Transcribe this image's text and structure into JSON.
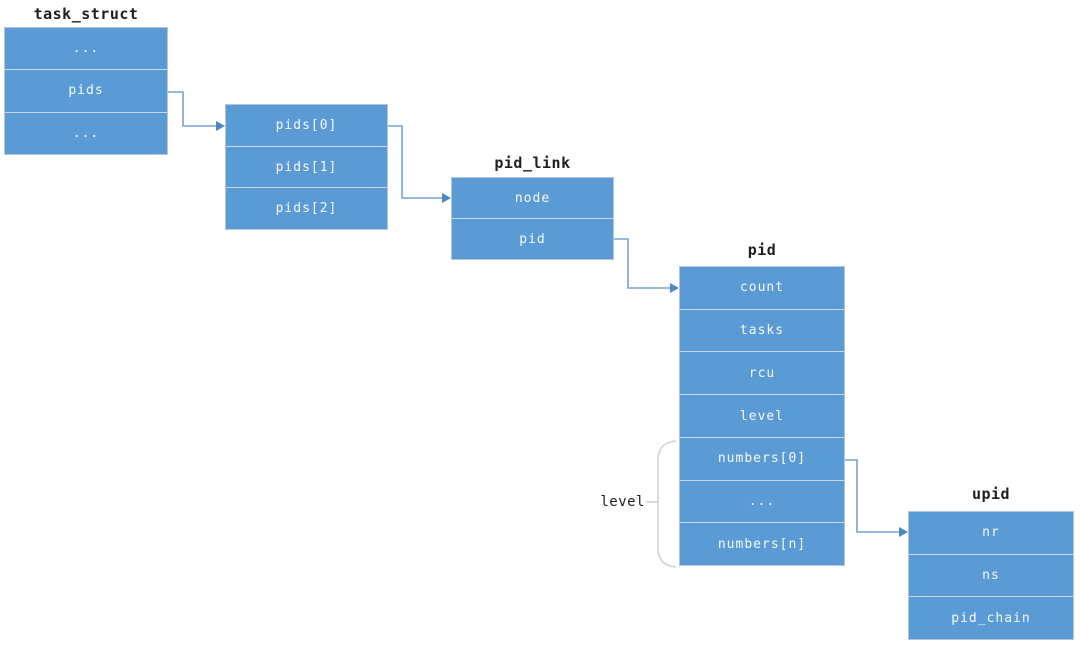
{
  "diagram": {
    "structs": [
      {
        "name": "task_struct",
        "label": "task_struct",
        "rows": [
          "...",
          "pids",
          "..."
        ]
      },
      {
        "name": "pids_array",
        "label": "",
        "rows": [
          "pids[0]",
          "pids[1]",
          "pids[2]"
        ]
      },
      {
        "name": "pid_link",
        "label": "pid_link",
        "rows": [
          "node",
          "pid"
        ]
      },
      {
        "name": "pid",
        "label": "pid",
        "rows": [
          "count",
          "tasks",
          "rcu",
          "level",
          "numbers[0]",
          "...",
          "numbers[n]"
        ]
      },
      {
        "name": "upid",
        "label": "upid",
        "rows": [
          "nr",
          "ns",
          "pid_chain"
        ]
      }
    ],
    "annotations": {
      "level_brace_label": "level"
    },
    "connections": [
      {
        "from": "task_struct.pids",
        "to": "pids_array.pids[0]"
      },
      {
        "from": "pids_array.pids[0]",
        "to": "pid_link.node"
      },
      {
        "from": "pid_link.pid",
        "to": "pid.count"
      },
      {
        "from": "pid.numbers[0]",
        "to": "upid.nr"
      }
    ],
    "colors": {
      "box_fill": "#5b9bd5",
      "row_divider": "#c9d9ec",
      "box_border": "#b6c6d8",
      "arrow_line": "#76a3d6",
      "arrow_head": "#4d87c5",
      "brace": "#d2d2d2",
      "label_text": "#1f1f1f",
      "row_text": "#f5f9fd",
      "bg": "#ffffff"
    }
  }
}
